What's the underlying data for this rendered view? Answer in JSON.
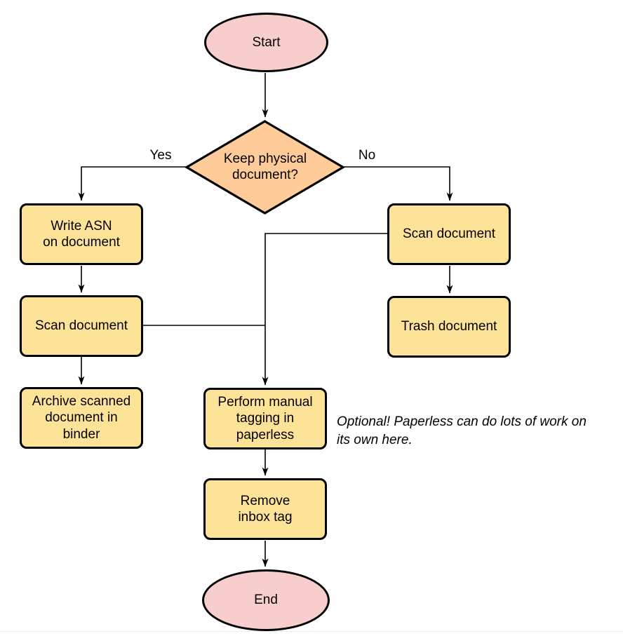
{
  "diagram": {
    "type": "flowchart",
    "nodes": {
      "start": {
        "label": "Start",
        "shape": "ellipse"
      },
      "decision": {
        "label": "Keep physical\ndocument?",
        "shape": "diamond"
      },
      "write_asn": {
        "label": "Write ASN\non document",
        "shape": "process"
      },
      "scan_left": {
        "label": "Scan document",
        "shape": "process"
      },
      "archive": {
        "label": "Archive scanned\ndocument in\nbinder",
        "shape": "process"
      },
      "scan_right": {
        "label": "Scan document",
        "shape": "process"
      },
      "trash": {
        "label": "Trash document",
        "shape": "process"
      },
      "tagging": {
        "label": "Perform manual\ntagging in\npaperless",
        "shape": "process"
      },
      "remove_inbox": {
        "label": "Remove\ninbox tag",
        "shape": "process"
      },
      "end": {
        "label": "End",
        "shape": "ellipse"
      }
    },
    "edge_labels": {
      "yes": "Yes",
      "no": "No"
    },
    "edges": [
      {
        "from": "start",
        "to": "decision"
      },
      {
        "from": "decision",
        "to": "write_asn",
        "label": "Yes"
      },
      {
        "from": "decision",
        "to": "scan_right",
        "label": "No"
      },
      {
        "from": "write_asn",
        "to": "scan_left"
      },
      {
        "from": "scan_left",
        "to": "archive"
      },
      {
        "from": "scan_left",
        "to": "tagging"
      },
      {
        "from": "scan_right",
        "to": "trash"
      },
      {
        "from": "scan_right",
        "to": "tagging"
      },
      {
        "from": "tagging",
        "to": "remove_inbox"
      },
      {
        "from": "remove_inbox",
        "to": "end"
      }
    ],
    "note": "Optional! Paperless can do lots of work on\nits own here.",
    "colors": {
      "terminal_fill": "#F8CECC",
      "decision_fill": "#FFCC99",
      "process_fill": "#FDE398",
      "stroke": "#000000",
      "line": "#000000"
    }
  }
}
